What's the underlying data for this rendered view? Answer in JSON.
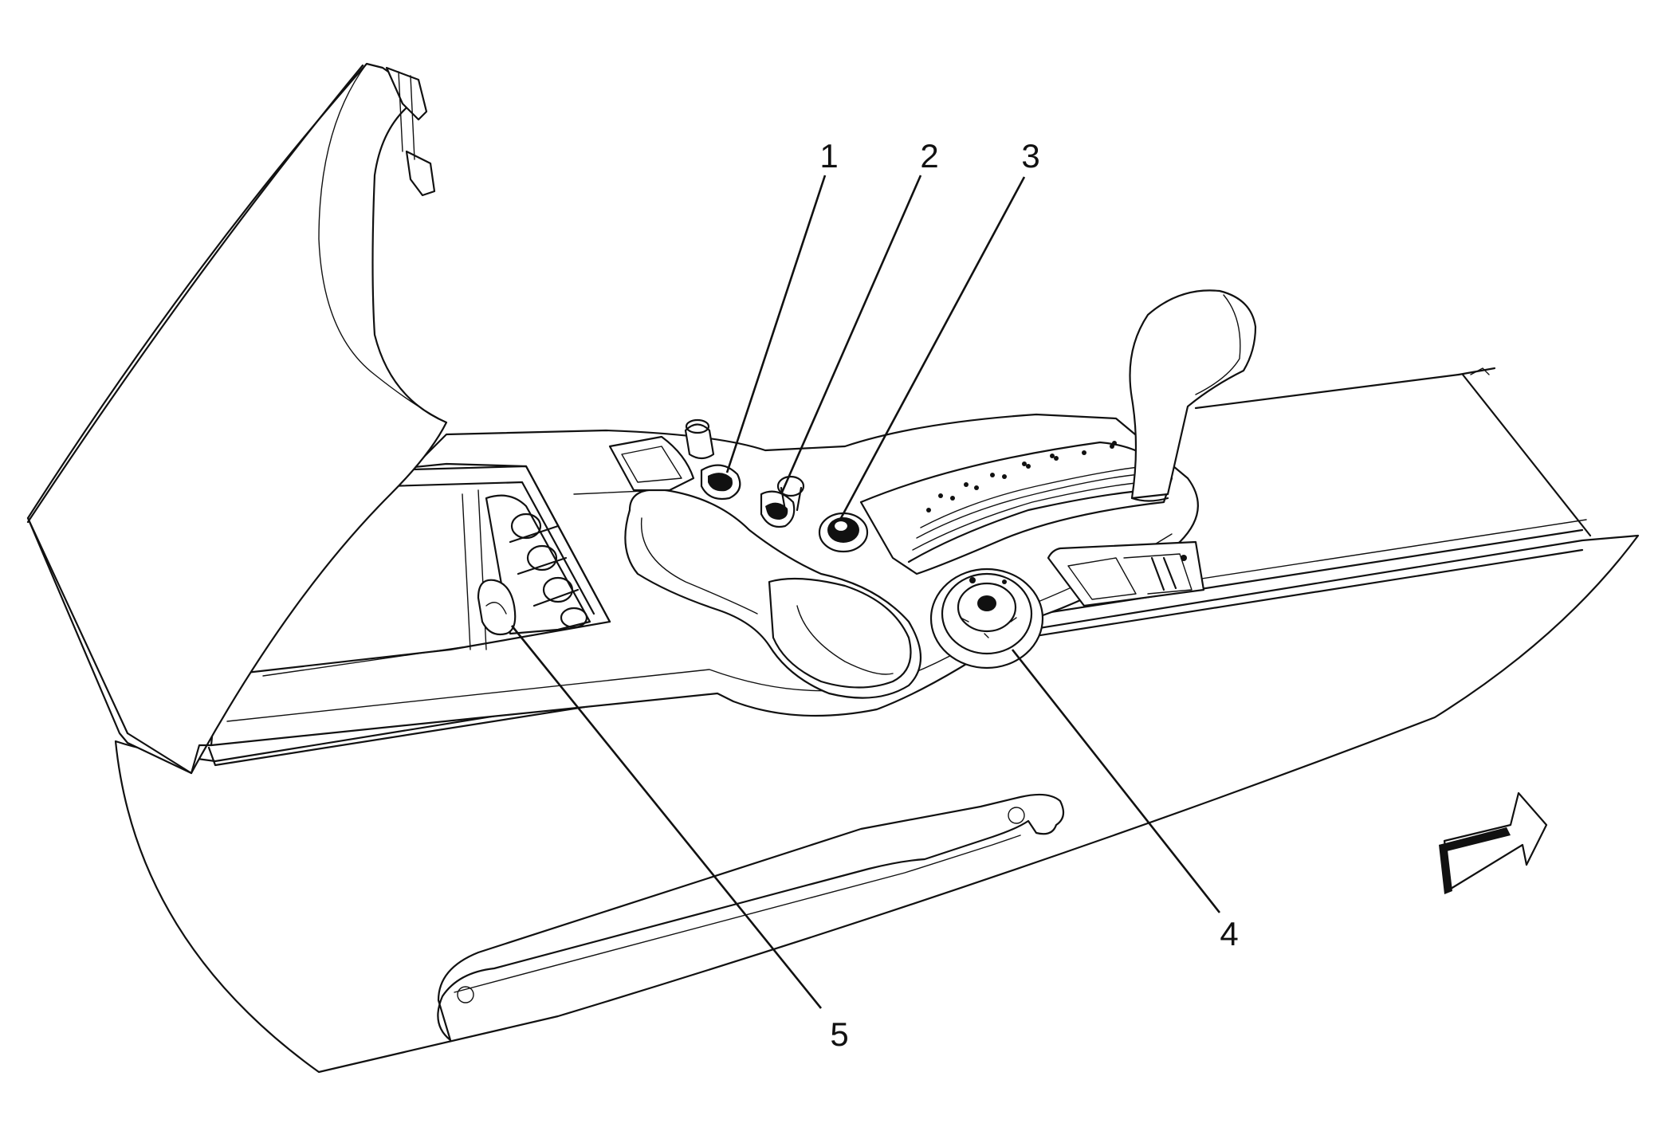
{
  "callouts": [
    {
      "id": "1",
      "label": "1"
    },
    {
      "id": "2",
      "label": "2"
    },
    {
      "id": "3",
      "label": "3"
    },
    {
      "id": "4",
      "label": "4"
    },
    {
      "id": "5",
      "label": "5"
    }
  ],
  "icons": {
    "view_direction": "view-direction-arrow-icon"
  },
  "colors": {
    "line": "#111111",
    "background": "#ffffff"
  }
}
